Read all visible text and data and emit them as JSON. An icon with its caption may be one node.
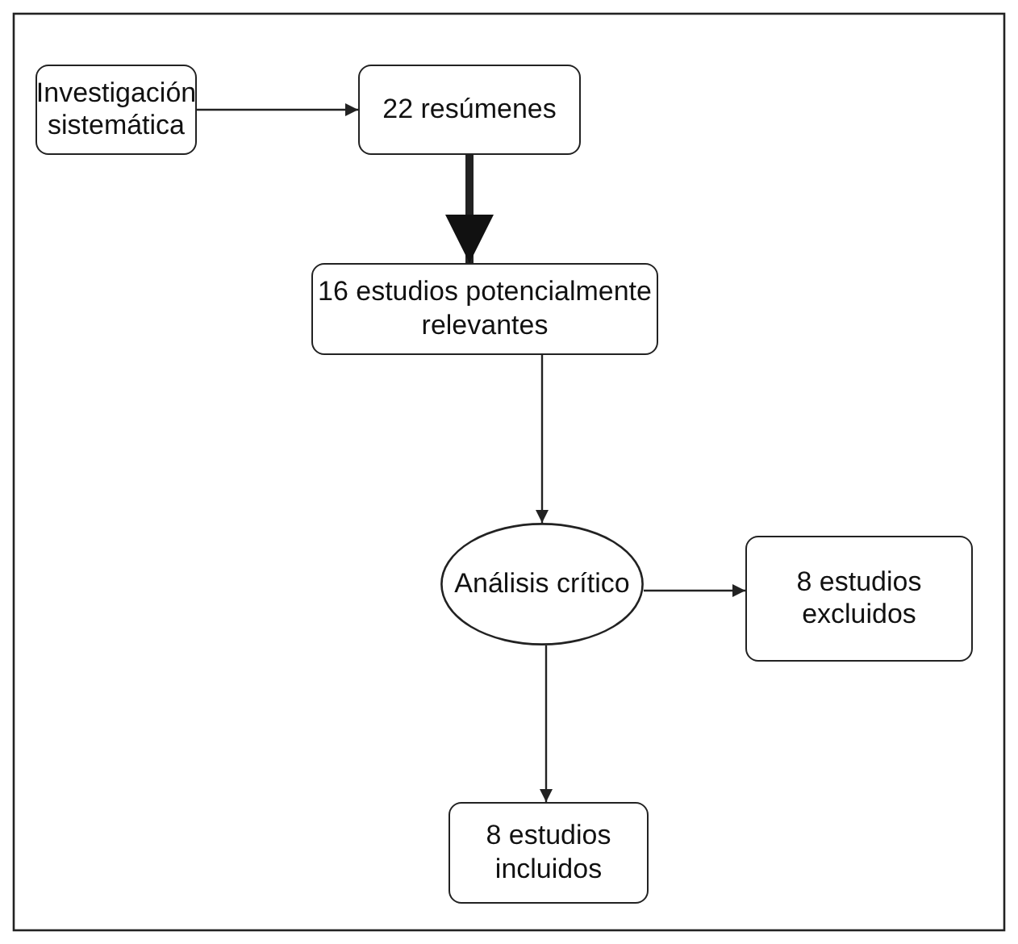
{
  "diagram": {
    "nodes": [
      {
        "text": [
          "Investigación sistemática"
        ]
      },
      {
        "text": [
          "22 resúmenes"
        ]
      },
      {
        "text": [
          "16 estudios potencialmente relevantes"
        ]
      },
      {
        "text": [
          "Análisis crítico"
        ]
      },
      {
        "text": [
          "8 estudios excluidos"
        ]
      },
      {
        "text": [
          "8 estudios incluidos"
        ]
      }
    ],
    "edges": [
      {
        "from": 0,
        "to": 1,
        "arrow": "to"
      },
      {
        "from": 1,
        "to": 2,
        "arrow": "to",
        "style": "thick"
      },
      {
        "from": 2,
        "to": 3,
        "arrow": "to"
      },
      {
        "from": 3,
        "to": 4,
        "arrow": "to"
      },
      {
        "from": 3,
        "to": 5,
        "arrow": "to"
      }
    ]
  }
}
